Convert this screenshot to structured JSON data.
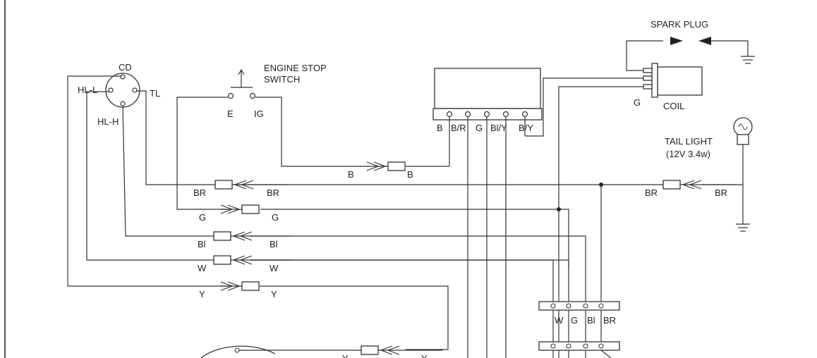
{
  "components": {
    "spark_plug": "SPARK PLUG",
    "engine_stop_line1": "ENGINE STOP",
    "engine_stop_line2": "SWITCH",
    "engine_stop_e": "E",
    "engine_stop_ig": "IG",
    "coil": "COIL",
    "coil_g": "G",
    "tail_light_line1": "TAIL LIGHT",
    "tail_light_line2": "(12V 3.4w)",
    "switch_cd": "CD",
    "switch_hll": "HL-L",
    "switch_tl": "TL",
    "switch_hlh": "HL-H"
  },
  "cdi_terminals": [
    "B",
    "B/R",
    "G",
    "Bl/Y",
    "B/Y"
  ],
  "connector_terminals": [
    "W",
    "G",
    "Bl",
    "BR"
  ],
  "wires": {
    "b1": "B",
    "b2": "B",
    "br1": "BR",
    "br2": "BR",
    "br3": "BR",
    "br4": "BR",
    "g1": "G",
    "g2": "G",
    "bl1": "Bl",
    "bl2": "Bl",
    "w1": "W",
    "w2": "W",
    "y1": "Y",
    "y2": "Y",
    "y3": "Y",
    "y4": "Y"
  }
}
